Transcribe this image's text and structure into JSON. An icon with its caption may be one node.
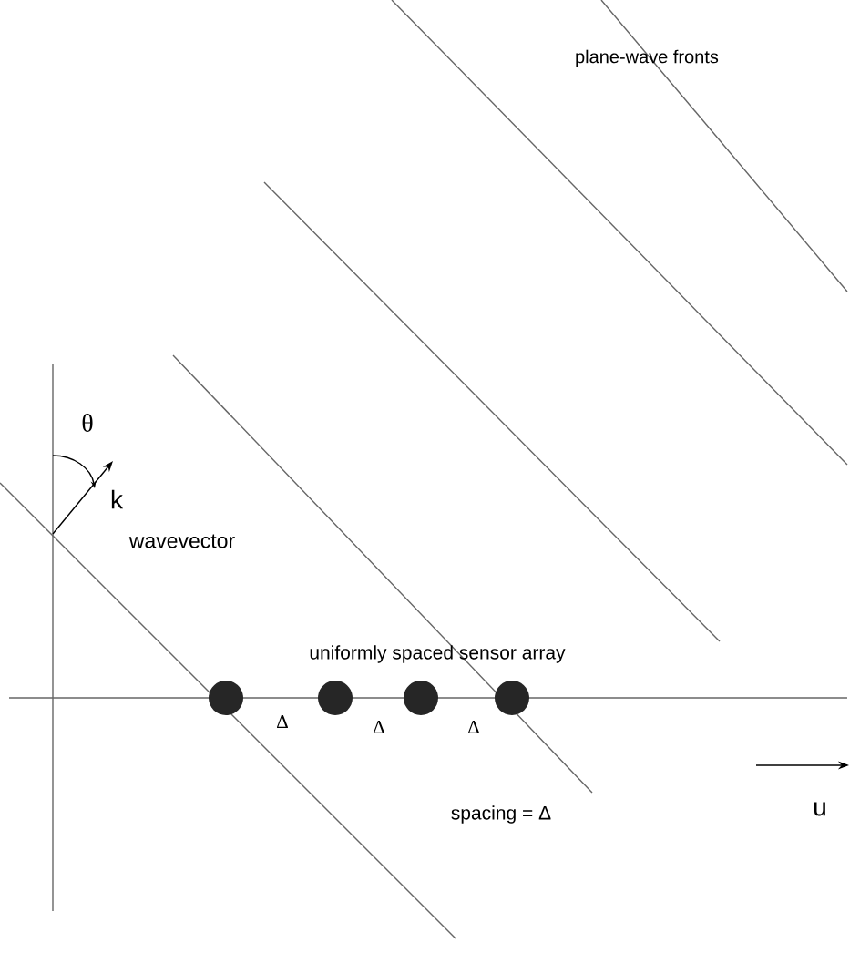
{
  "diagram": {
    "nodes": [
      {
        "text": [],
        "shape": "circle"
      },
      {
        "text": [],
        "shape": "circle"
      },
      {
        "text": [],
        "shape": "circle"
      },
      {
        "text": [],
        "shape": "circle"
      }
    ],
    "edges": [],
    "labels": [
      "plane-wave fronts",
      "θ",
      "k",
      "wavevector",
      "uniformly spaced sensor array",
      "Δ",
      "Δ",
      "Δ",
      "spacing = Δ",
      "u"
    ]
  }
}
